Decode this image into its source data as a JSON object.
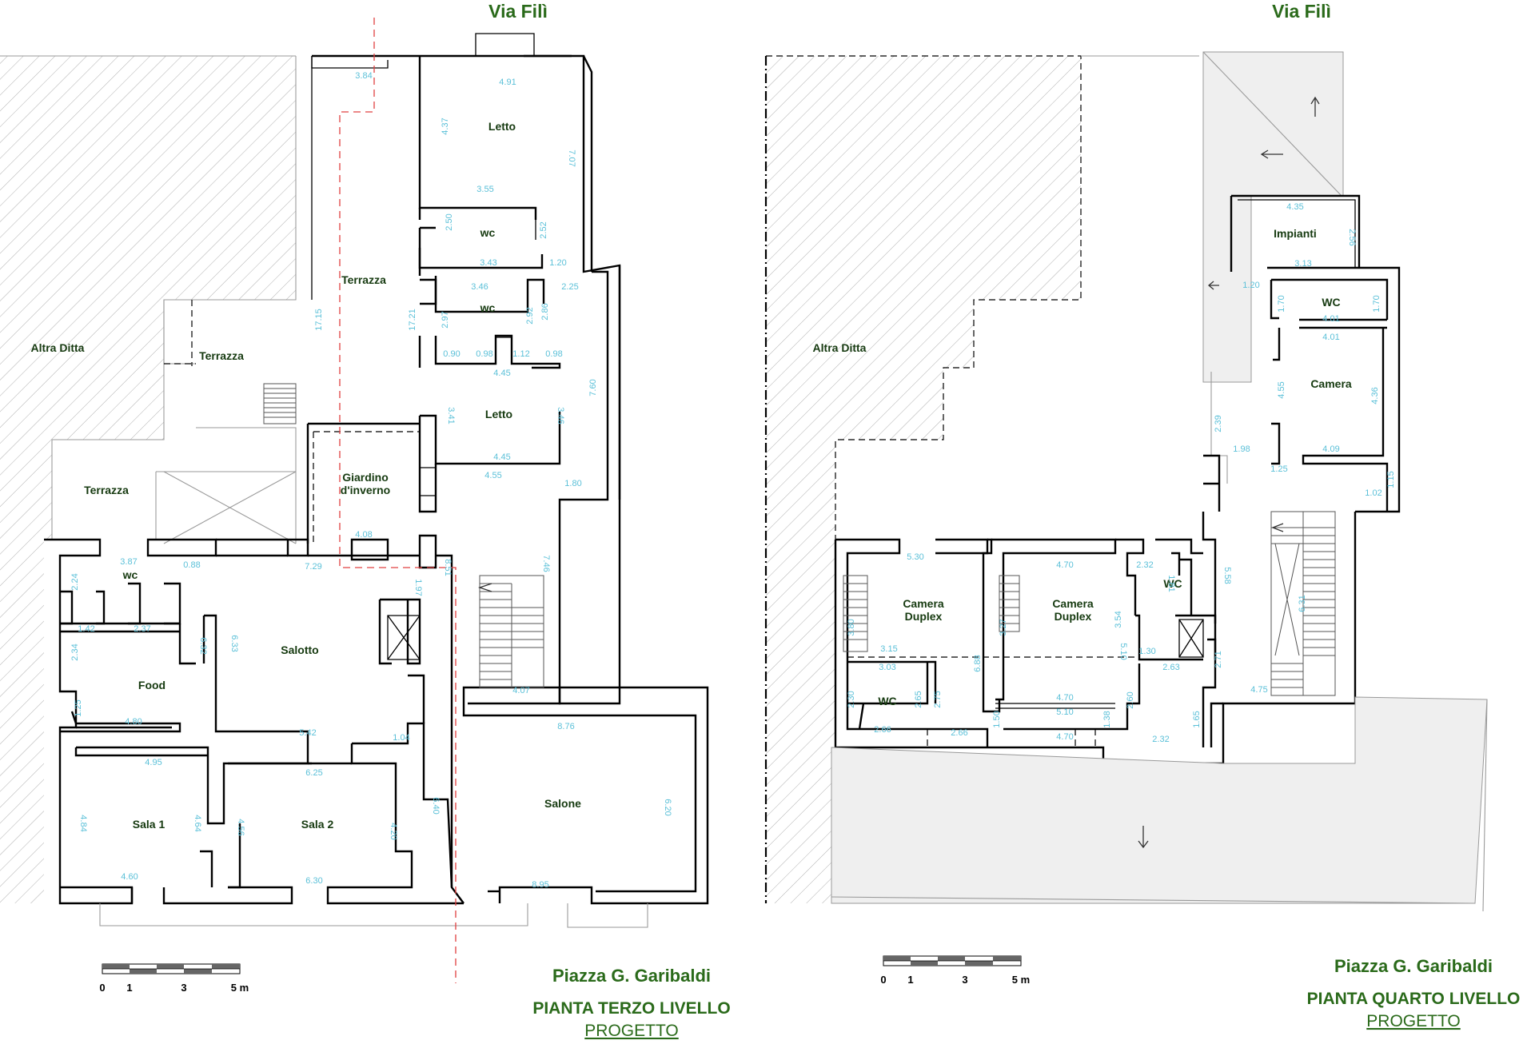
{
  "left": {
    "street": "Via Filì",
    "neighbour": "Altra Ditta",
    "piazza": "Piazza G. Garibaldi",
    "title": "PIANTA TERZO LIVELLO",
    "subtitle": "PROGETTO",
    "rooms": {
      "letto_top": "Letto",
      "wc_a": "wc",
      "wc_b": "wc",
      "terrazza_main": "Terrazza",
      "terrazza_mid": "Terrazza",
      "terrazza_left": "Terrazza",
      "letto_mid": "Letto",
      "giardino_1": "Giardino",
      "giardino_2": "d'inverno",
      "wc_c": "wc",
      "salotto": "Salotto",
      "food": "Food",
      "sala1": "Sala 1",
      "sala2": "Sala 2",
      "salone": "Salone"
    },
    "dims": [
      "3.84",
      "4.91",
      "4.37",
      "7.07",
      "3.55",
      "2.50",
      "2.52",
      "3.43",
      "1.20",
      "3.46",
      "2.25",
      "17.15",
      "17.21",
      "2.97",
      "2.92",
      "2.86",
      "0.90",
      "0.98",
      "1.12",
      "0.98",
      "4.45",
      "3.41",
      "3.46",
      "7.60",
      "4.45",
      "4.55",
      "1.80",
      "4.08",
      "3.87",
      "0.88",
      "7.29",
      "8.51",
      "1.97",
      "7.46",
      "2.24",
      "1.42",
      "2.37",
      "6.32",
      "6.33",
      "2.34",
      "4.07",
      "1.25",
      "4.80",
      "5.42",
      "1.04",
      "4.95",
      "6.25",
      "8.76",
      "4.84",
      "4.64",
      "4.56",
      "4.20",
      "6.40",
      "6.20",
      "4.60",
      "6.30",
      "8.95"
    ]
  },
  "right": {
    "street": "Via Filì",
    "neighbour": "Altra Ditta",
    "piazza": "Piazza G. Garibaldi",
    "title": "PIANTA QUARTO LIVELLO",
    "subtitle": "PROGETTO",
    "rooms": {
      "impianti": "Impianti",
      "wc_top": "WC",
      "camera": "Camera",
      "duplex1_1": "Camera",
      "duplex1_2": "Duplex",
      "duplex2_1": "Camera",
      "duplex2_2": "Duplex",
      "wc_mid": "WC",
      "wc_bottom": "WC"
    },
    "dims": [
      "4.35",
      "2.56",
      "3.13",
      "1.20",
      "1.70",
      "4.01",
      "1.70",
      "4.01",
      "4.55",
      "4.36",
      "2.39",
      "1.98",
      "4.09",
      "1.25",
      "1.15",
      "1.02",
      "5.30",
      "4.70",
      "2.32",
      "1.81",
      "5.58",
      "3.80",
      "3.27",
      "3.54",
      "5.10",
      "6.31",
      "3.15",
      "1.30",
      "2.63",
      "2.71",
      "3.03",
      "2.65",
      "2.75",
      "6.88",
      "2.30",
      "4.70",
      "5.10",
      "2.60",
      "4.70",
      "2.66",
      "2.66",
      "1.38",
      "1.50",
      "1.65",
      "2.32",
      "4.75"
    ]
  },
  "scale": {
    "l0": "0",
    "l1": "1",
    "l3": "3",
    "l5": "5 m"
  }
}
